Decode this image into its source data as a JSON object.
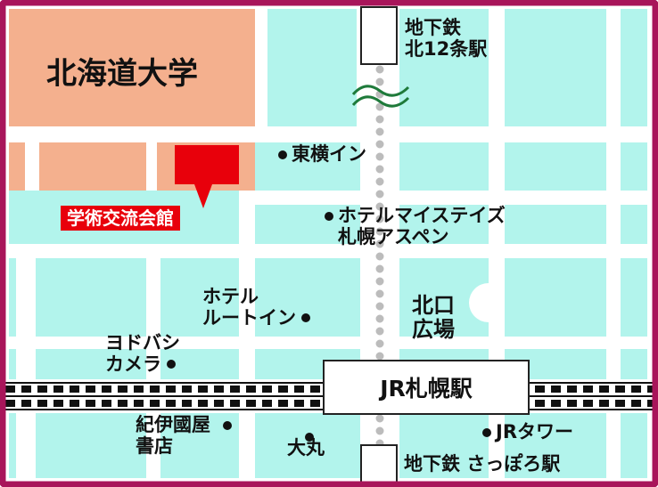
{
  "map": {
    "colors": {
      "frame": "#a8155a",
      "block": "#b2f4ec",
      "campus": "#f4b08e",
      "road": "#ffffff",
      "highlight": "#e8000b",
      "subway": "#bcbcbc"
    },
    "university": {
      "label": "北海道大学"
    },
    "venue": {
      "label": "学術交流会館"
    },
    "jr_station": {
      "label": "JR札幌駅"
    },
    "subway_north": {
      "line1": "地下鉄",
      "line2": "北12条駅"
    },
    "subway_south": {
      "label": "地下鉄 さっぽろ駅"
    },
    "north_plaza": {
      "line1": "北口",
      "line2": "広場"
    },
    "landmarks": {
      "toyoko_inn": "東横イン",
      "hotel_mystays_1": "ホテルマイステイズ",
      "hotel_mystays_2": "札幌アスペン",
      "route_inn_1": "ホテル",
      "route_inn_2": "ルートイン",
      "yodobashi_1": "ヨドバシ",
      "yodobashi_2": "カメラ",
      "kinokuniya_1": "紀伊國屋",
      "kinokuniya_2": "書店",
      "daimaru": "大丸",
      "jr_tower": "JRタワー"
    }
  }
}
